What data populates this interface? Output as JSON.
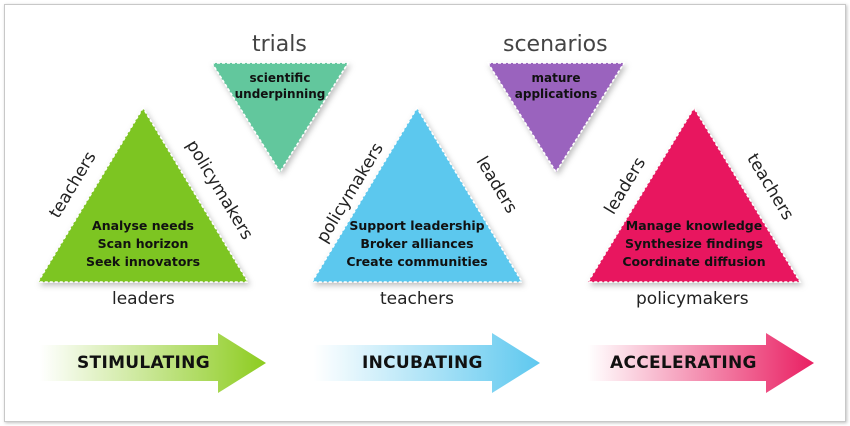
{
  "stages": [
    {
      "id": "stimulating",
      "top_label": "",
      "triangle_color": "#7dc522",
      "triangle_lines": [
        "Analyse needs",
        "Scan horizon",
        "Seek innovators"
      ],
      "left_side": "teachers",
      "right_side": "policymakers",
      "bottom": "leaders",
      "arrow_label": "STIMULATING",
      "arrow_color": "#8dcc20"
    },
    {
      "id": "incubating",
      "triangle_color": "#5bc8ee",
      "triangle_lines": [
        "Support leadership",
        "Broker alliances",
        "Create communities"
      ],
      "left_side": "policymakers",
      "right_side": "leaders",
      "bottom": "teachers",
      "arrow_label": "INCUBATING",
      "arrow_color": "#5ec8ef"
    },
    {
      "id": "accelerating",
      "triangle_color": "#e8185e",
      "triangle_lines": [
        "Manage knowledge",
        "Synthesize findings",
        "Coordinate diffusion"
      ],
      "left_side": "leaders",
      "right_side": "teachers",
      "bottom": "policymakers",
      "arrow_label": "ACCELERATING",
      "arrow_color": "#e91f62"
    }
  ],
  "connectors": [
    {
      "title": "trials",
      "lines": [
        "scientific",
        "underpinning"
      ],
      "color": "#62c79d"
    },
    {
      "title": "scenarios",
      "lines": [
        "mature",
        "applications"
      ],
      "color": "#9a63be"
    }
  ]
}
